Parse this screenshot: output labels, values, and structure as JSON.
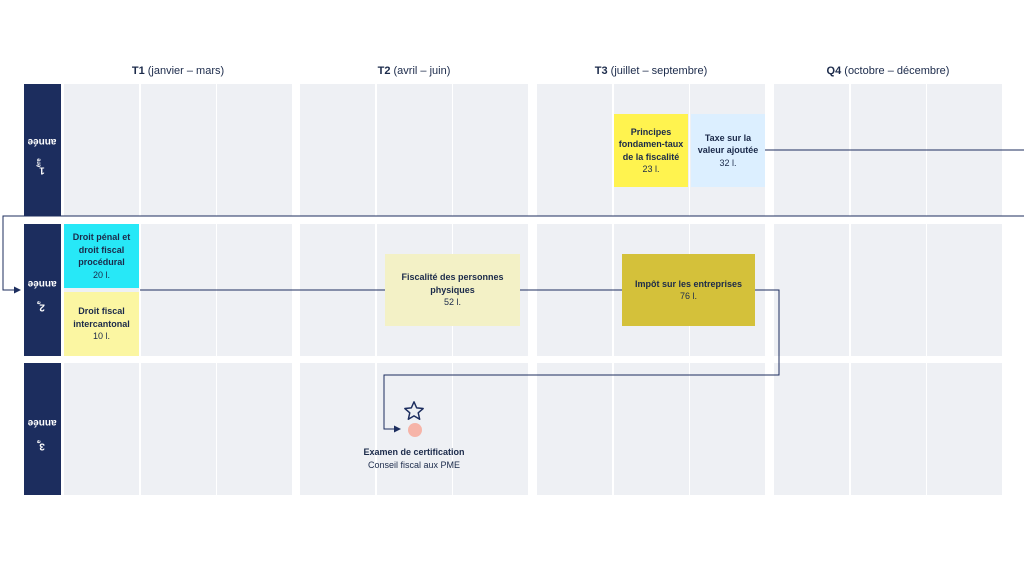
{
  "quarters": [
    {
      "code": "T1",
      "range": "(janvier – mars)"
    },
    {
      "code": "T2",
      "range": "(avril – juin)"
    },
    {
      "code": "T3",
      "range": "(juillet – septembre)"
    },
    {
      "code": "Q4",
      "range": "(octobre – décembre)"
    }
  ],
  "years": [
    {
      "number": "1",
      "suffix": "ère",
      "word": "année"
    },
    {
      "number": "2",
      "suffix": "e",
      "word": "année"
    },
    {
      "number": "3",
      "suffix": "e",
      "word": "année"
    }
  ],
  "courses": {
    "principes": {
      "title": "Principes fondamen-taux de la fiscalité",
      "lessons": "23 l.",
      "color": "#fff34f"
    },
    "tva": {
      "title": "Taxe sur la valeur ajoutée",
      "lessons": "32 l.",
      "color": "#dcefff"
    },
    "droit_penal": {
      "title": "Droit pénal et droit fiscal procédural",
      "lessons": "20 l.",
      "color": "#27e8f7"
    },
    "intercantonal": {
      "title": "Droit fiscal intercantonal",
      "lessons": "10 l.",
      "color": "#fbf6a2"
    },
    "personnes_physiques": {
      "title": "Fiscalité des personnes physiques",
      "lessons": "52 l.",
      "color": "#f3f1c6"
    },
    "entreprises": {
      "title": "Impôt sur les entreprises",
      "lessons": "76 l.",
      "color": "#d4c13a"
    }
  },
  "exam": {
    "title": "Examen de certification",
    "subtitle": "Conseil fiscal aux PME",
    "dot_color": "#f6b4a8"
  },
  "colors": {
    "year_label_bg": "#1c2d5e",
    "cell_bg": "#eef0f4",
    "line": "#1c2d5e"
  }
}
